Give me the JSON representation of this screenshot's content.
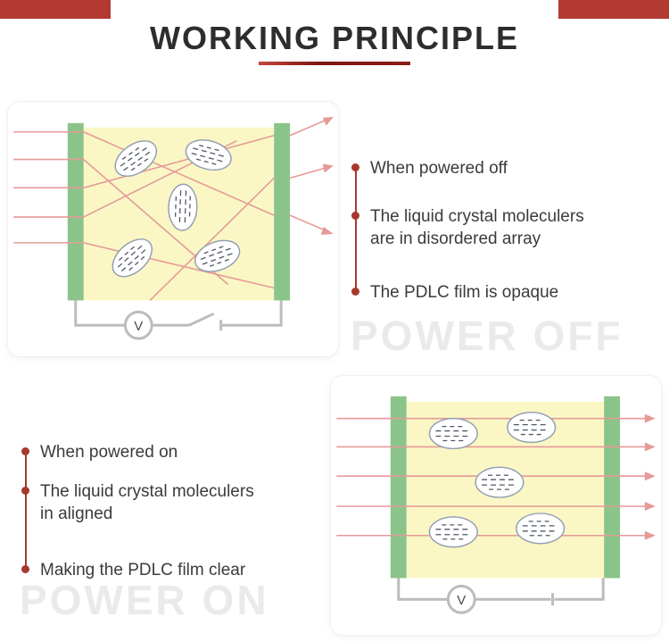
{
  "header": {
    "title": "WORKING PRINCIPLE"
  },
  "power_off": {
    "bullets": [
      "When powered off",
      "The liquid crystal moleculers\nare in disordered array",
      "The PDLC film is opaque"
    ],
    "voltmeter_label": "V",
    "watermark": "POWER OFF"
  },
  "power_on": {
    "bullets": [
      "When powered on",
      "The liquid crystal moleculers\nin aligned",
      "Making the PDLC film clear"
    ],
    "voltmeter_label": "V",
    "watermark": "POWER ON"
  },
  "colors": {
    "accent_red": "#b23a31",
    "bullet_red": "#a6382e",
    "electrode_green": "#8bc48a",
    "film_yellow": "#faf7c5",
    "light_ray_pink": "#e59a98",
    "circuit_gray": "#bcbcbc",
    "watermark_gray": "#eaeaea"
  }
}
